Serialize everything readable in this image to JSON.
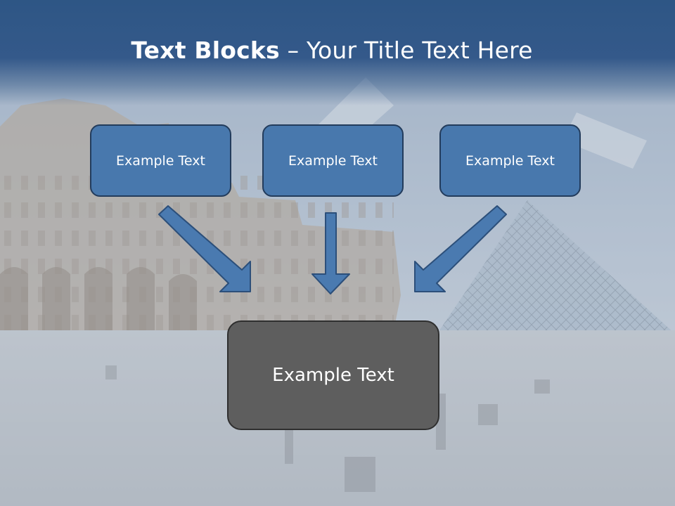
{
  "slide": {
    "title_bold": "Text Blocks",
    "title_rest": " – Your Title Text Here",
    "boxes": [
      {
        "label": "Example Text"
      },
      {
        "label": "Example Text"
      },
      {
        "label": "Example Text"
      }
    ],
    "main_box": {
      "label": "Example Text"
    }
  },
  "colors": {
    "header": "#2e5685",
    "box_fill": "#4878ad",
    "box_border": "#233c5c",
    "main_box_fill": "#5e5e5e",
    "arrow_fill": "#4a7ab0"
  },
  "background_image": "louvre-pyramid-photo"
}
